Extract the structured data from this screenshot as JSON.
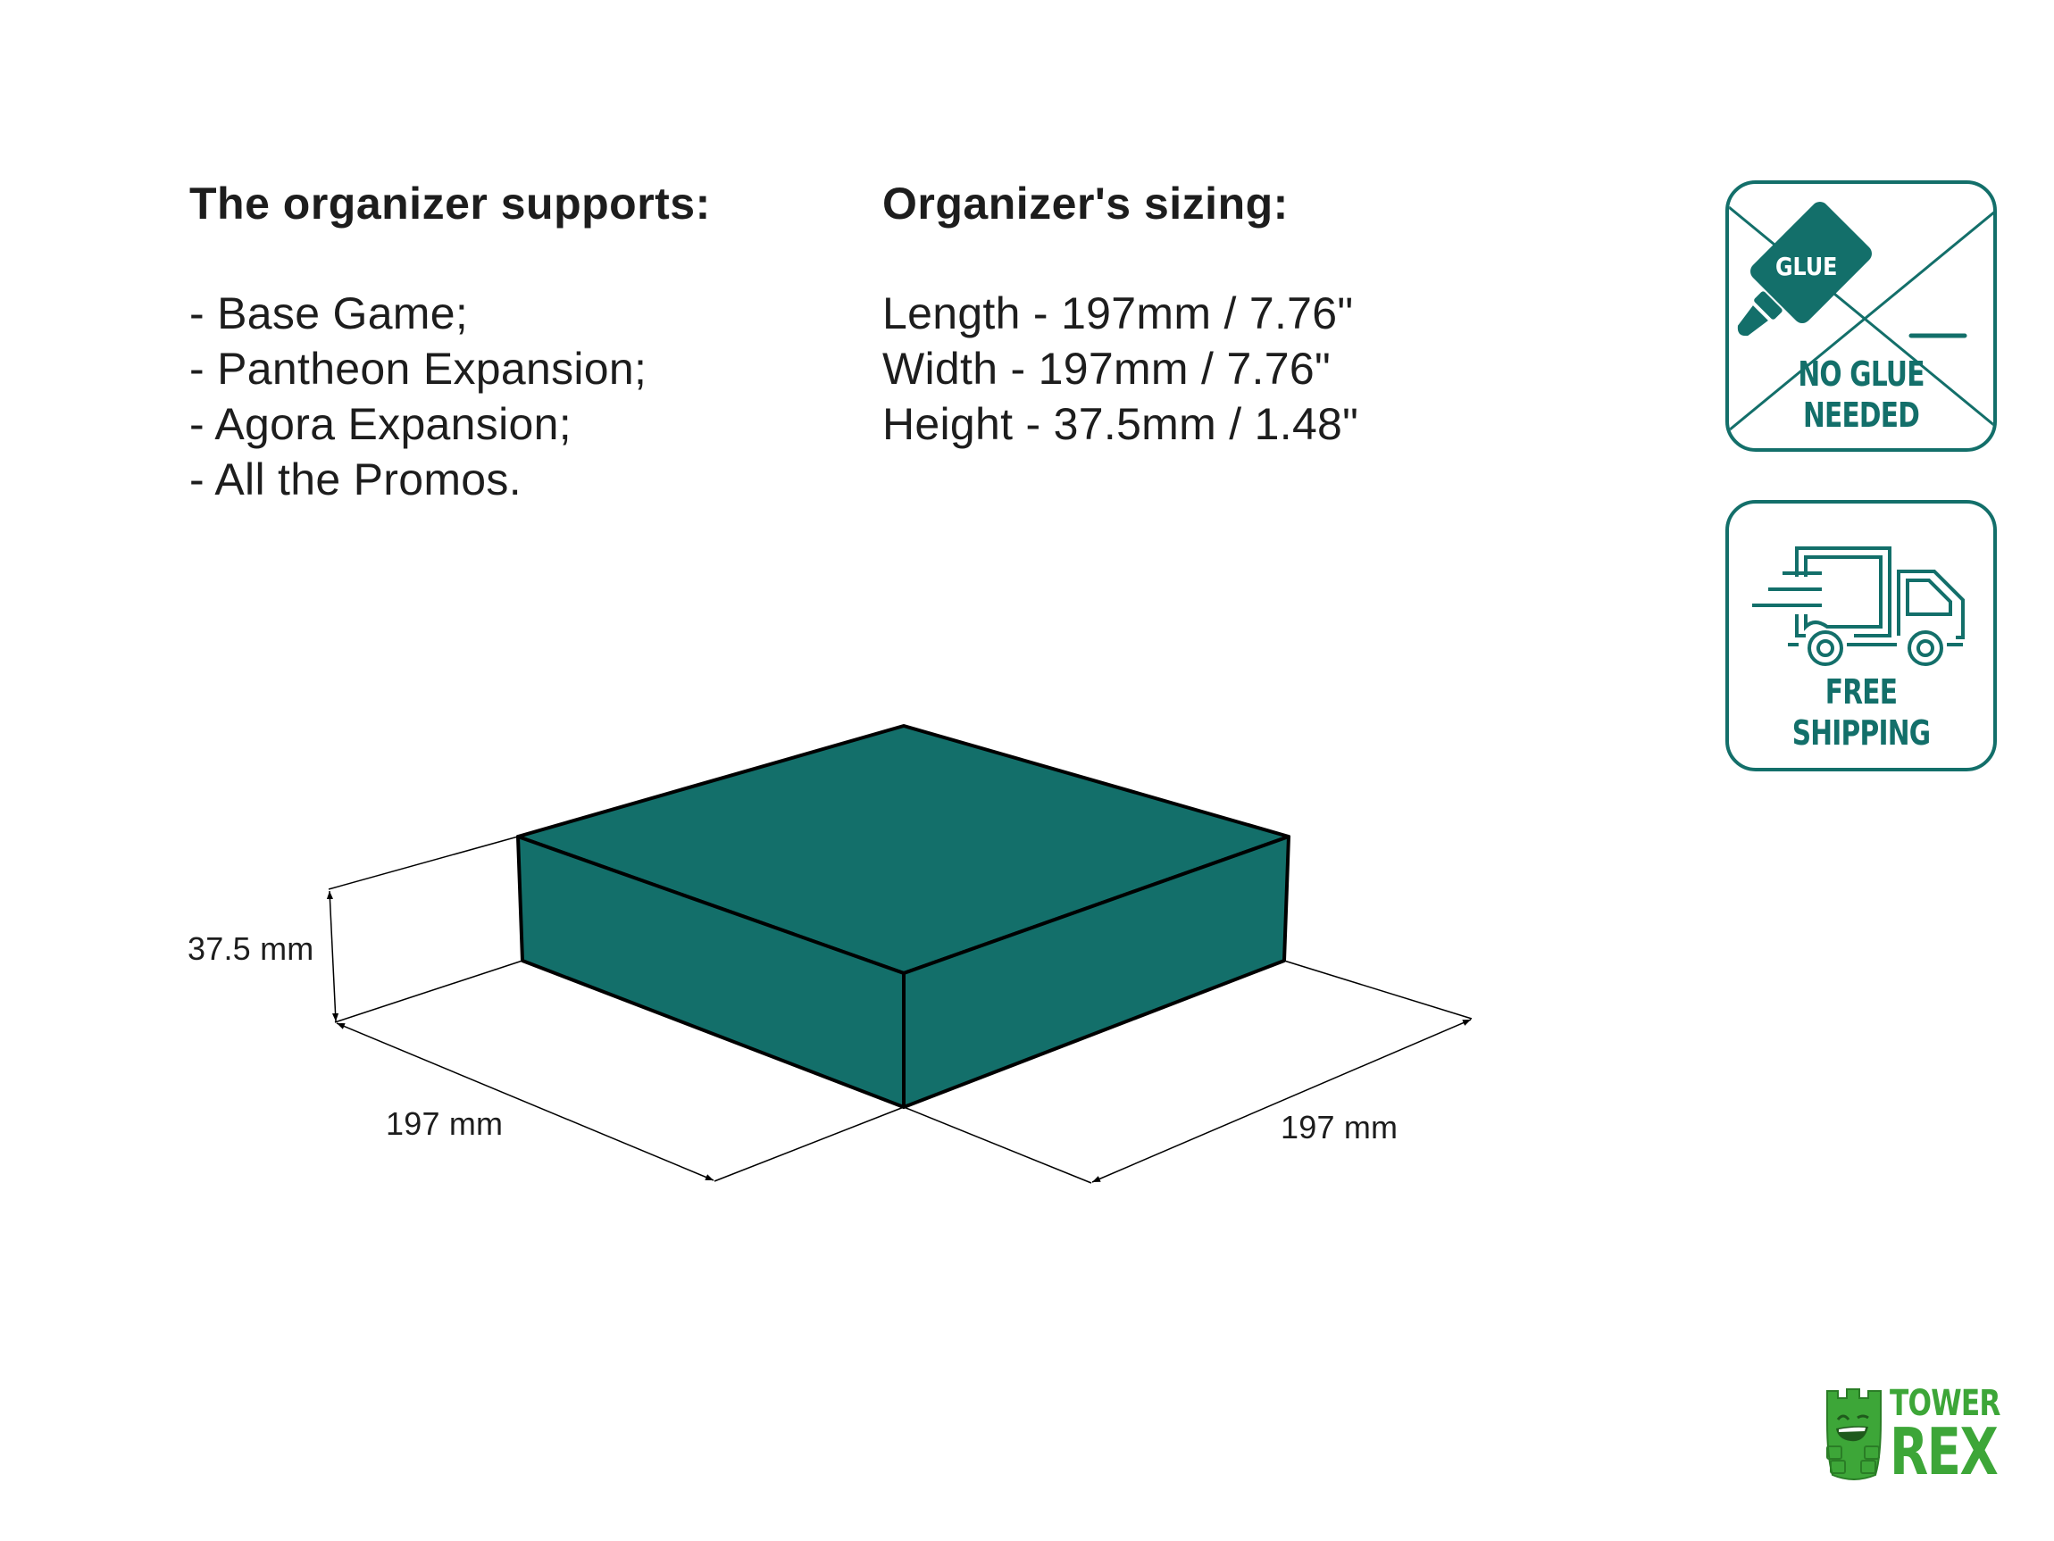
{
  "supports": {
    "heading": "The organizer supports:",
    "items": [
      "- Base Game;",
      "- Pantheon Expansion;",
      "- Agora Expansion;",
      "- All the Promos."
    ]
  },
  "sizing": {
    "heading": "Organizer's sizing:",
    "items": [
      "Length - 197mm / 7.76\"",
      "Width - 197mm / 7.76\"",
      "Height - 37.5mm / 1.48\""
    ]
  },
  "diagram": {
    "box_color": "#136f6a",
    "dimensions": {
      "height": "37.5 mm",
      "length": "197 mm",
      "width": "197 mm"
    }
  },
  "badges": {
    "no_glue": {
      "icon_label": "GLUE",
      "line1": "NO GLUE",
      "line2": "NEEDED",
      "color": "#136f6a"
    },
    "free_shipping": {
      "line1": "FREE",
      "line2": "SHIPPING",
      "color": "#136f6a"
    }
  },
  "logo": {
    "line1": "TOWER",
    "line2": "REX",
    "color": "#3da638"
  }
}
